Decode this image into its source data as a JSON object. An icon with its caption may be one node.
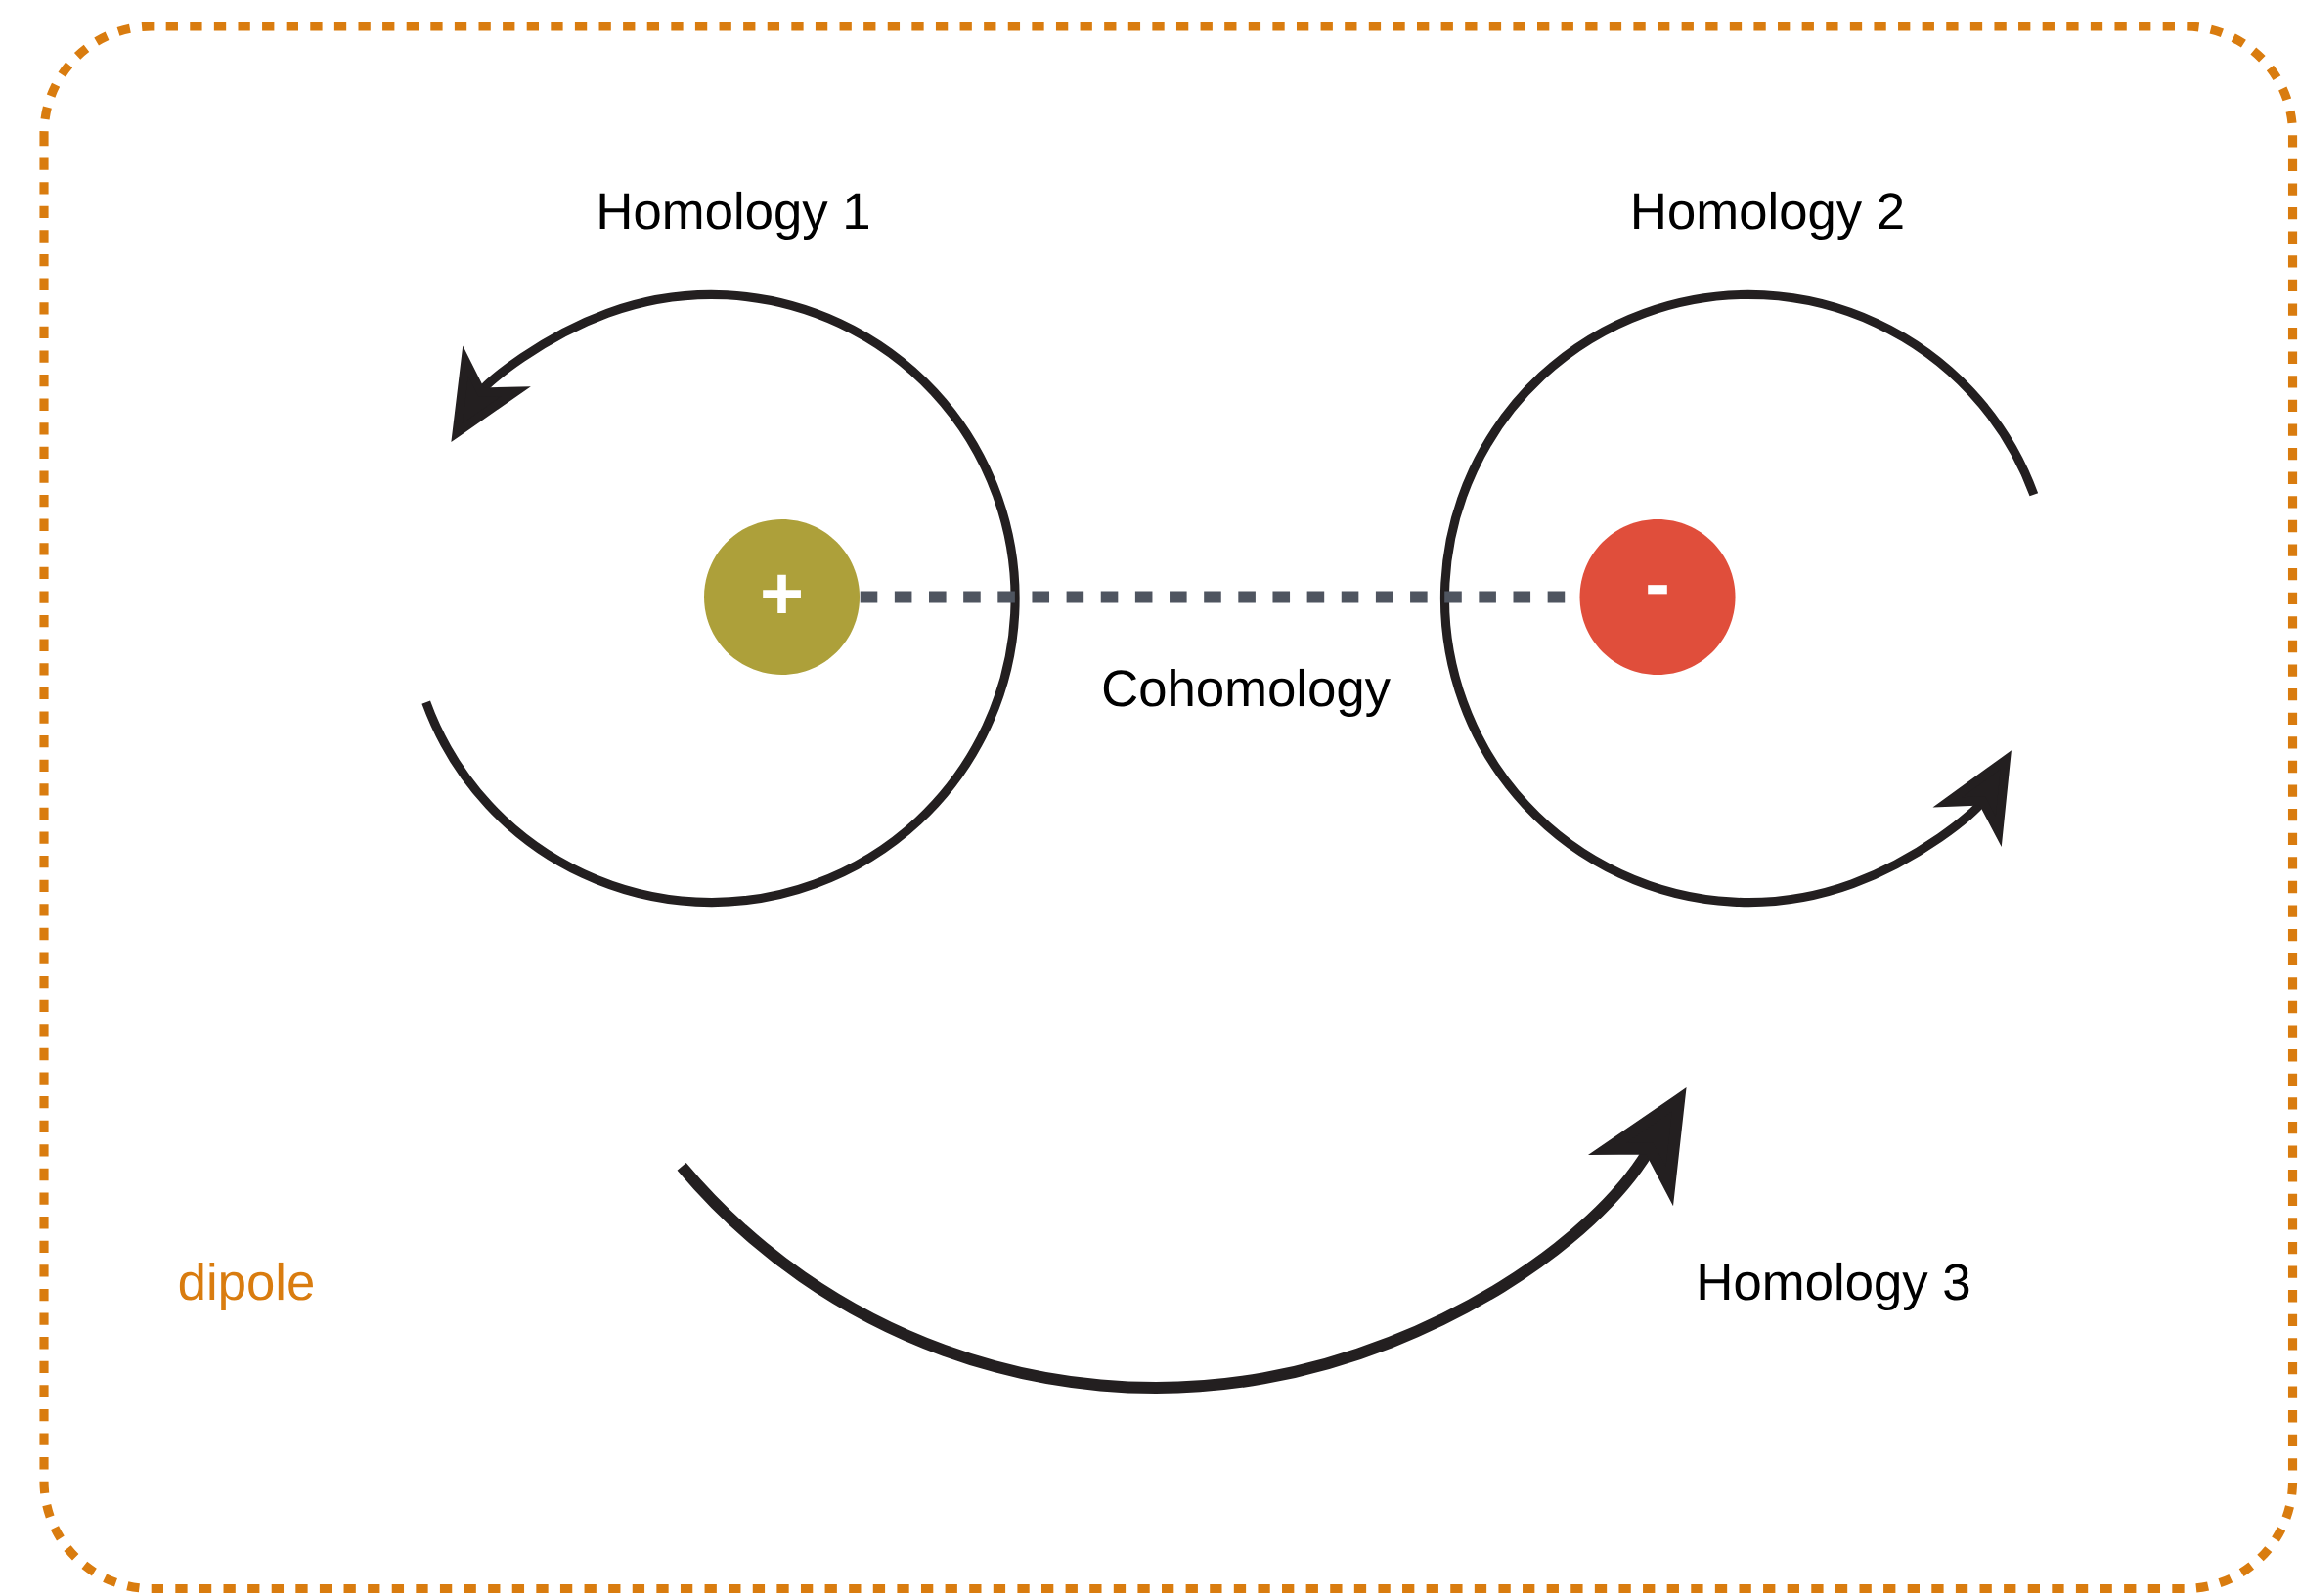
{
  "diagram": {
    "nodes": [
      {
        "text": [
          "dipole"
        ]
      },
      {
        "text": [
          "+"
        ],
        "in": 0
      },
      {
        "text": [
          "-"
        ],
        "in": 0
      }
    ],
    "edges": [
      {
        "from": 1,
        "to": 2,
        "arrow": "none",
        "label": "Cohomology",
        "style": "dashed",
        "color": "#4f5560"
      }
    ],
    "labels": [
      "Homology 1",
      "Homology 2",
      "Homology 3"
    ]
  }
}
